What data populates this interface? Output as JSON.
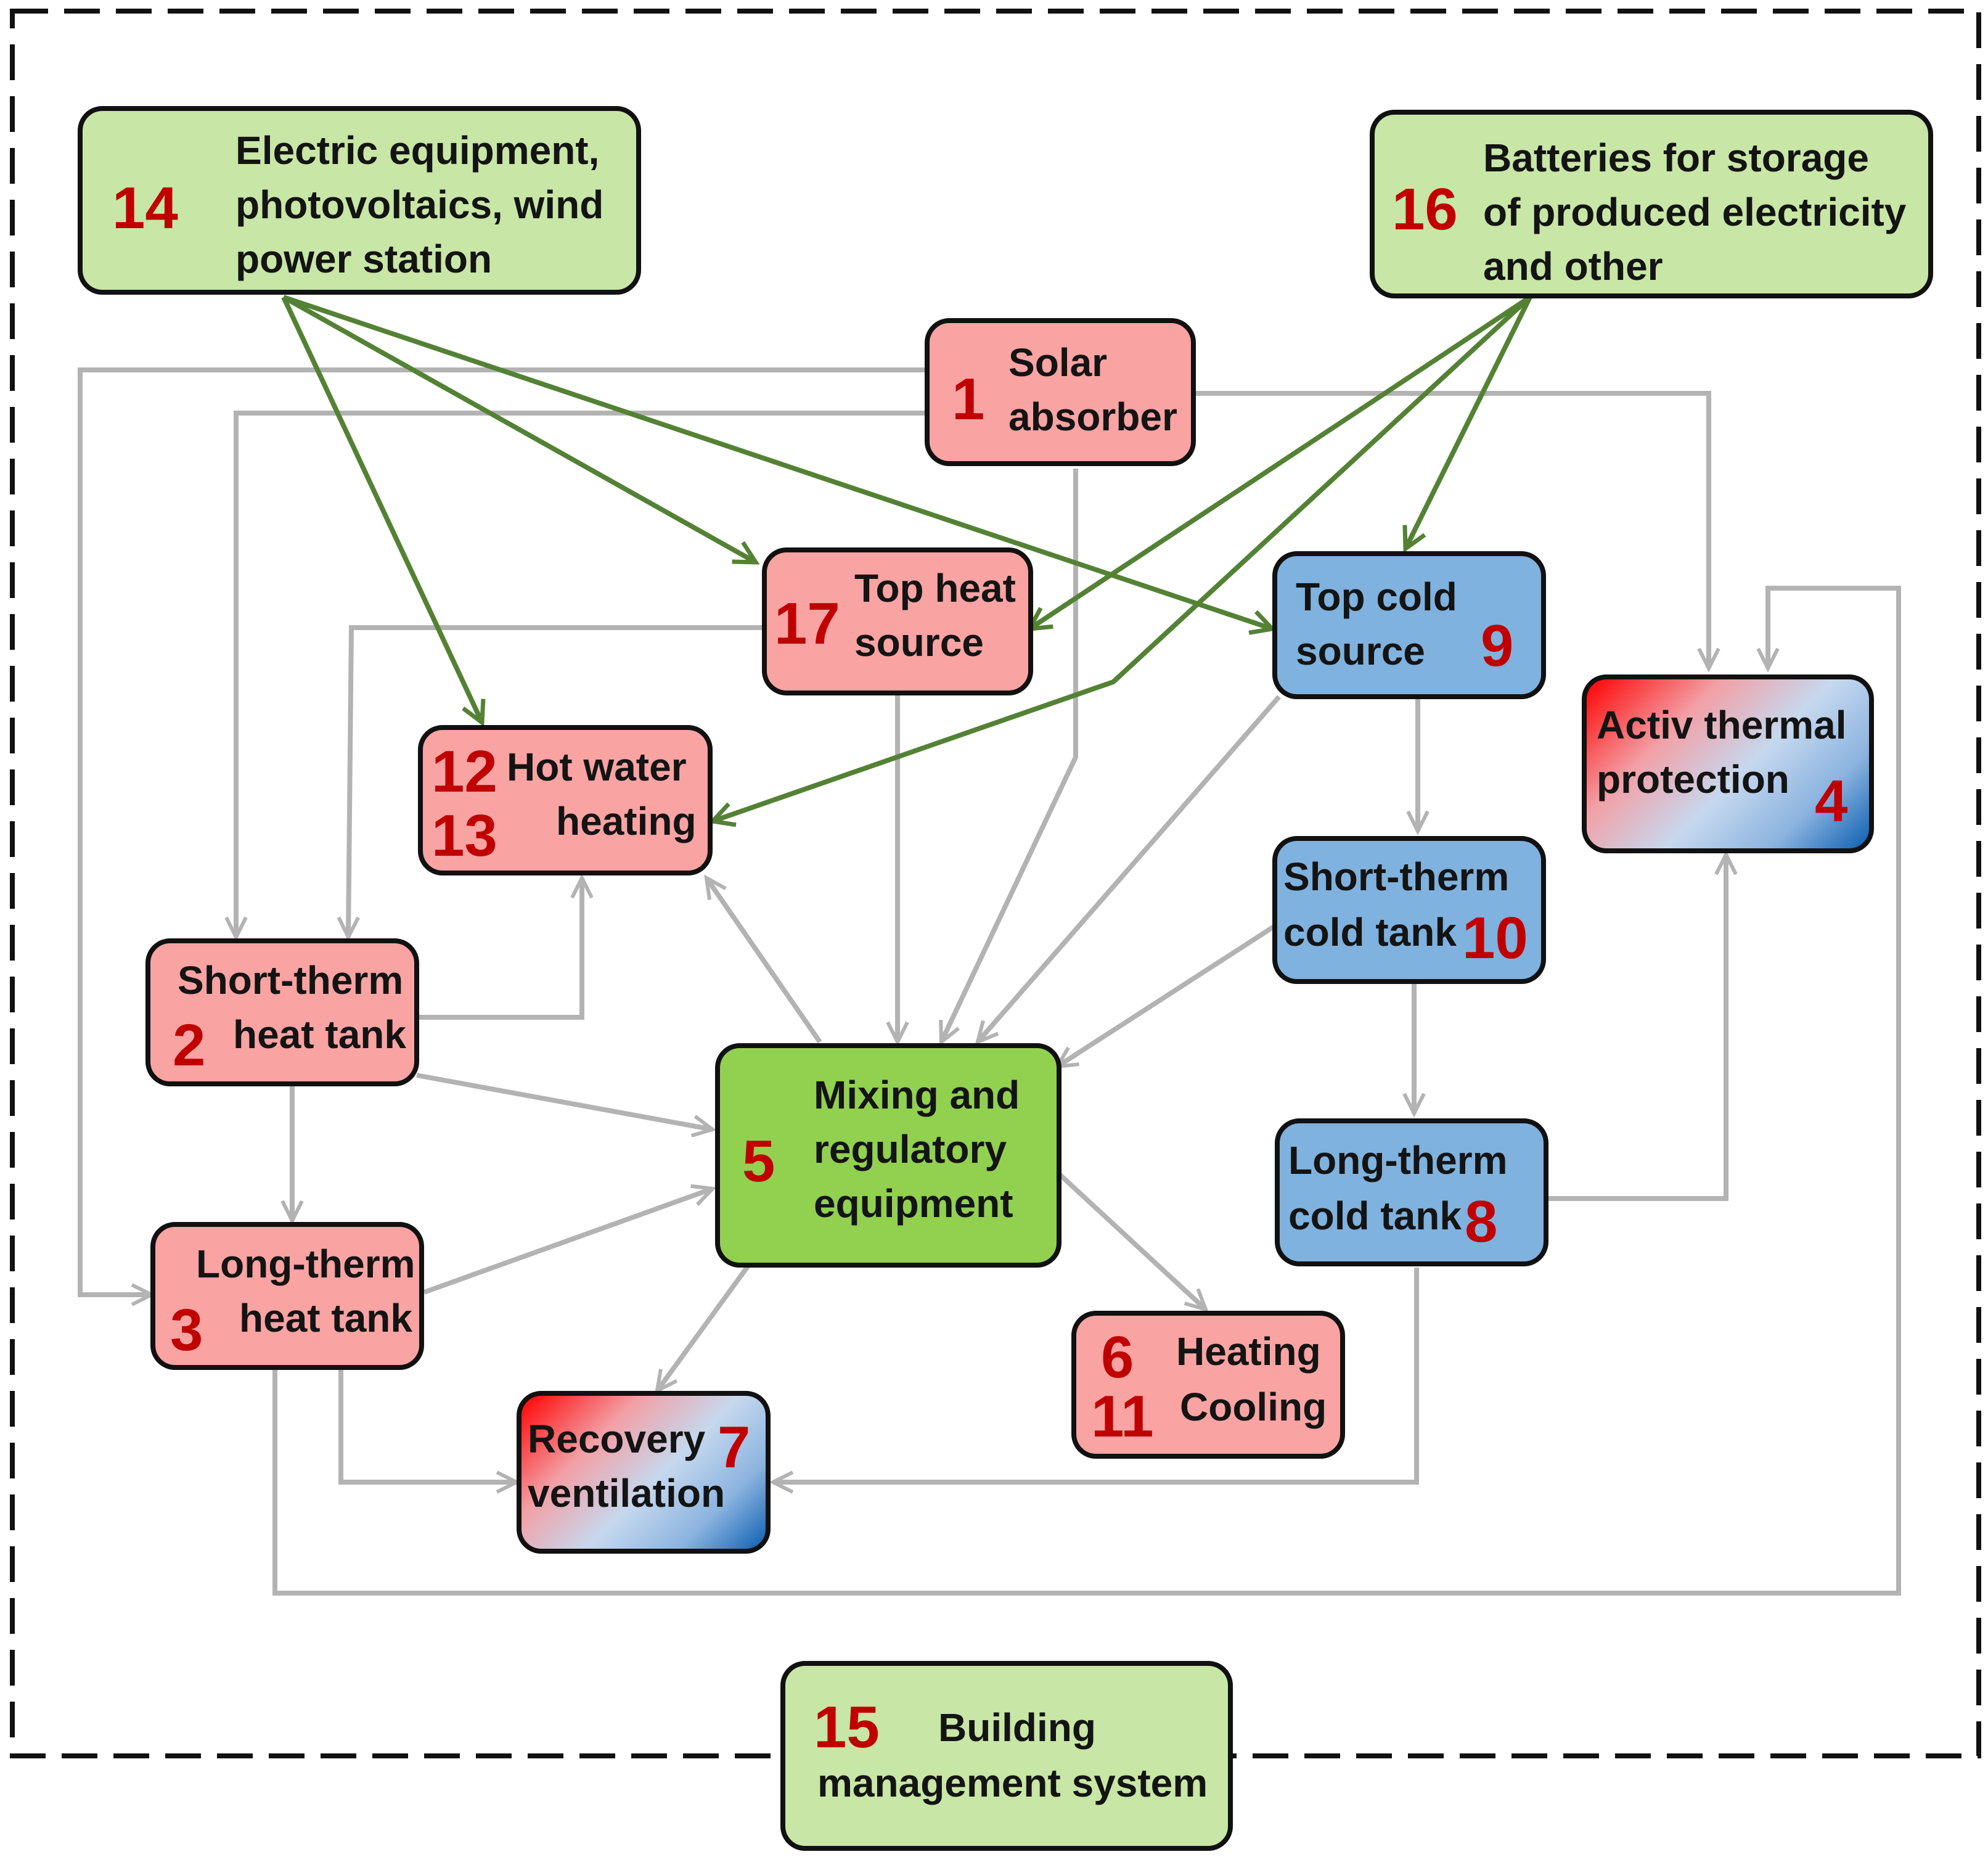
{
  "nodes": {
    "n14": {
      "number": "14",
      "label": "Electric equipment,\nphotovoltaics, wind\npower station"
    },
    "n16": {
      "number": "16",
      "label": "Batteries for storage\nof produced electricity\nand other"
    },
    "n1": {
      "number": "1",
      "label": "Solar\nabsorber"
    },
    "n17": {
      "number": "17",
      "label": "Top heat\nsource"
    },
    "n9": {
      "number": "9",
      "label": "Top cold\nsource"
    },
    "n4": {
      "number": "4",
      "label": "Activ thermal\nprotection"
    },
    "n12_13": {
      "number_a": "12",
      "number_b": "13",
      "label_a": "Hot water",
      "label_b": "heating"
    },
    "n2": {
      "number": "2",
      "label_a": "Short-therm",
      "label_b": "heat tank"
    },
    "n10": {
      "number": "10",
      "label_a": "Short-therm",
      "label_b": "cold tank"
    },
    "n5": {
      "number": "5",
      "label": "Mixing and\nregulatory\nequipment"
    },
    "n8": {
      "number": "8",
      "label_a": "Long-therm",
      "label_b": "cold tank"
    },
    "n3": {
      "number": "3",
      "label_a": "Long-therm",
      "label_b": "heat tank"
    },
    "n6_11": {
      "number_a": "6",
      "number_b": "11",
      "label_a": "Heating",
      "label_b": "Cooling"
    },
    "n7": {
      "number": "7",
      "label_a": "Recovery",
      "label_b": "ventilation"
    },
    "n15": {
      "number": "15",
      "label_a": "Building",
      "label_b": "management system"
    }
  },
  "colors": {
    "heat_node": "#f9a3a3",
    "cold_node": "#7fb2de",
    "power_node": "#c8e6a6",
    "mixing_node": "#92d050",
    "number_text": "#c00000",
    "thermal_arrow": "#b3b3b3",
    "electric_arrow": "#548235",
    "boundary": "#111111"
  }
}
